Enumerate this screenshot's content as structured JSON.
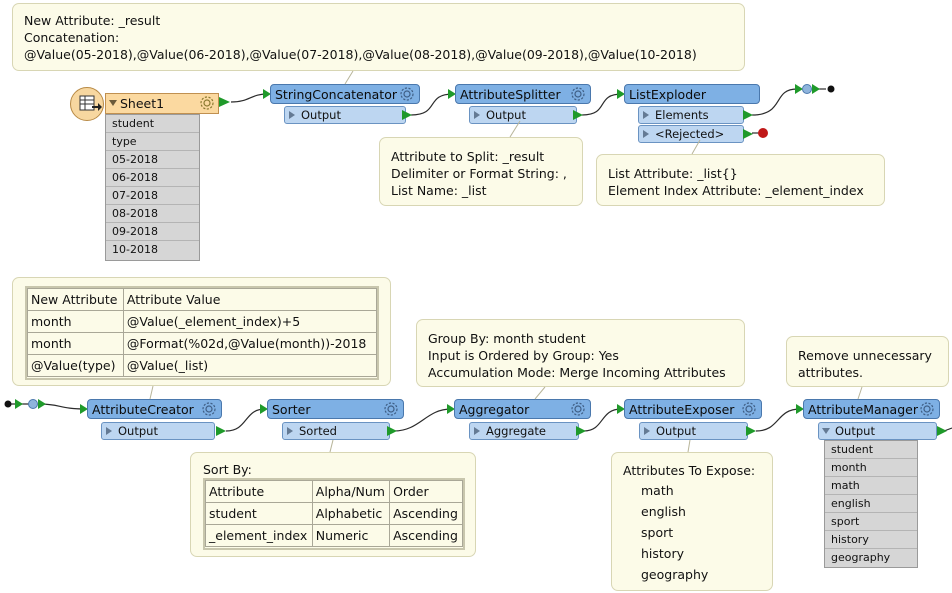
{
  "reader": {
    "name": "Sheet1",
    "attributes": [
      "student",
      "type",
      "05-2018",
      "06-2018",
      "07-2018",
      "08-2018",
      "09-2018",
      "10-2018"
    ]
  },
  "transformers": {
    "string_concatenator": {
      "name": "StringConcatenator",
      "ports": [
        "Output"
      ]
    },
    "attribute_splitter": {
      "name": "AttributeSplitter",
      "ports": [
        "Output"
      ]
    },
    "list_exploder": {
      "name": "ListExploder",
      "ports": [
        "Elements",
        "<Rejected>"
      ]
    },
    "attribute_creator": {
      "name": "AttributeCreator",
      "ports": [
        "Output"
      ]
    },
    "sorter": {
      "name": "Sorter",
      "ports": [
        "Sorted"
      ]
    },
    "aggregator": {
      "name": "Aggregator",
      "ports": [
        "Aggregate"
      ]
    },
    "attribute_exposer": {
      "name": "AttributeExposer",
      "ports": [
        "Output"
      ]
    },
    "attribute_manager": {
      "name": "AttributeManager",
      "ports": [
        "Output"
      ],
      "attributes": [
        "student",
        "month",
        "math",
        "english",
        "sport",
        "history",
        "geography"
      ]
    }
  },
  "annotations": {
    "concat": [
      "New Attribute: _result",
      "Concatenation:",
      "@Value(05-2018),@Value(06-2018),@Value(07-2018),@Value(08-2018),@Value(09-2018),@Value(10-2018)"
    ],
    "splitter": [
      "Attribute to Split: _result",
      "Delimiter or Format String: ,",
      "List Name: _list"
    ],
    "exploder": [
      "List Attribute: _list{}",
      "Element Index Attribute: _element_index"
    ],
    "aggregator": [
      "Group By: month student",
      "Input is Ordered by Group: Yes",
      "Accumulation Mode: Merge Incoming Attributes"
    ],
    "manager": [
      "Remove unnecessary",
      "attributes."
    ],
    "exposer": {
      "title": "Attributes To Expose:",
      "items": [
        "math",
        "english",
        "sport",
        "history",
        "geography"
      ]
    },
    "creator_table": {
      "headers": [
        "New Attribute",
        "Attribute Value"
      ],
      "rows": [
        [
          "month",
          "@Value(_element_index)+5"
        ],
        [
          "month",
          "@Format(%02d,@Value(month))-2018"
        ],
        [
          "@Value(type)",
          "@Value(_list)"
        ]
      ]
    },
    "sorter_table": {
      "title": "Sort By:",
      "headers": [
        "Attribute",
        "Alpha/Num",
        "Order"
      ],
      "rows": [
        [
          "student",
          "Alphabetic",
          "Ascending"
        ],
        [
          "_element_index",
          "Numeric",
          "Ascending"
        ]
      ]
    }
  },
  "colors": {
    "transformer": "#7eb0e4",
    "port": "#bdd6f1",
    "reader": "#fbd9a0",
    "connection_green": "#1f9a2a",
    "rejected_red": "#c01818",
    "annotation": "#fcfbe8"
  }
}
